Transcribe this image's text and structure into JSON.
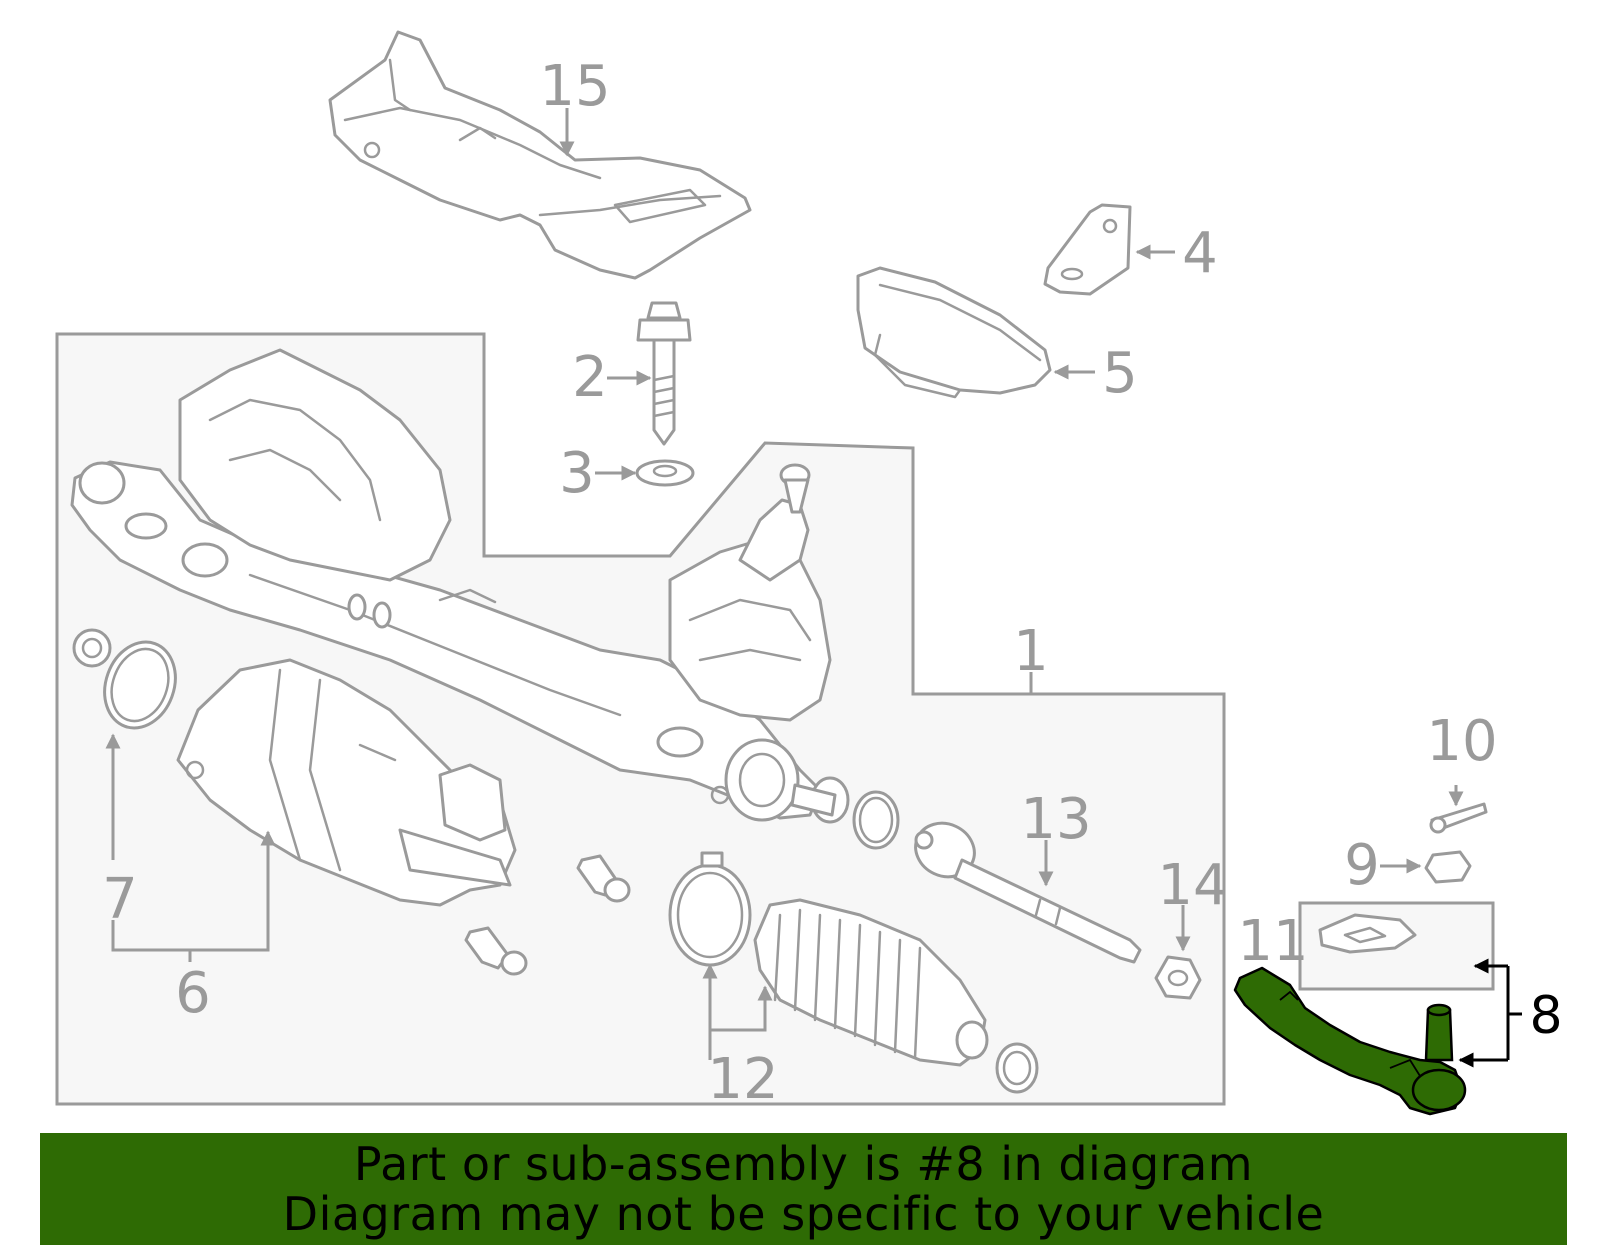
{
  "callouts": {
    "c1": "1",
    "c2": "2",
    "c3": "3",
    "c4": "4",
    "c5": "5",
    "c6": "6",
    "c7": "7",
    "c8": "8",
    "c9": "9",
    "c10": "10",
    "c11": "11",
    "c12": "12",
    "c13": "13",
    "c14": "14",
    "c15": "15"
  },
  "highlight": {
    "part_number": "8",
    "color": "#2e6b04"
  },
  "banner": {
    "line1": "Part or sub-assembly is #8 in diagram",
    "line2": "Diagram may not be specific to your vehicle",
    "color": "#2e6b04"
  },
  "colors": {
    "linework": "#9a9a9a",
    "box_fill": "#f7f7f7"
  }
}
